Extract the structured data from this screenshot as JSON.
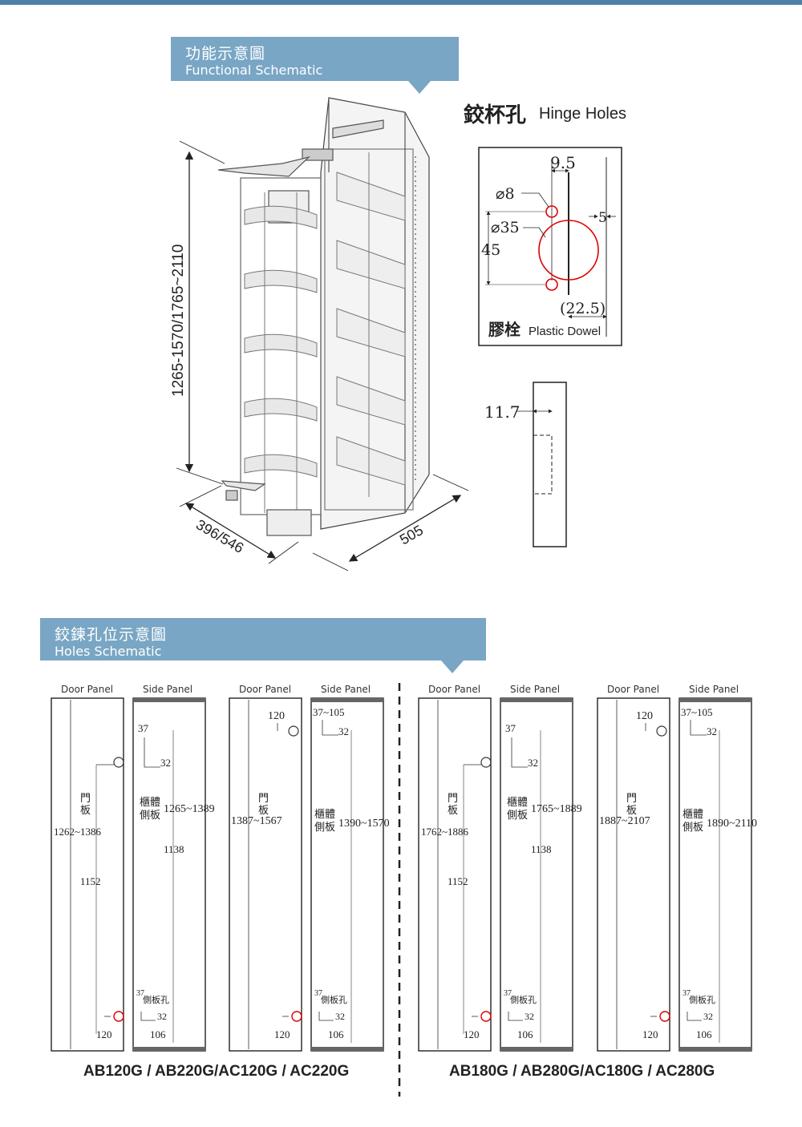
{
  "section1": {
    "title_zh": "功能示意圖",
    "title_en": "Functional Schematic"
  },
  "hinge": {
    "title_zh": "鉸杯孔",
    "title_en": "Hinge Holes",
    "dim_top": "9.5",
    "dia_small": "⌀8",
    "dia_big": "⌀35",
    "dim_height": "45",
    "dim_right": "5",
    "dim_bottom": "(22.5)",
    "dowel_zh": "膠栓",
    "dowel_en": "Plastic Dowel",
    "dim_side": "11.7"
  },
  "cabinet": {
    "height_dim": "1265-1570/1765~2110",
    "width_dim": "396/546",
    "depth_dim": "505"
  },
  "section2": {
    "title_zh": "鉸鍊孔位示意圖",
    "title_en": "Holes Schematic"
  },
  "panels": {
    "door_panel": "Door Panel",
    "side_panel": "Side Panel",
    "door_zh": "門板",
    "cabinet_side_zh": "櫃體側板",
    "side_hole_zh": "側板孔",
    "groups": [
      {
        "door_range": "1262~1386",
        "door_len": "1152",
        "side_range": "1265~1389",
        "side_len": "1138",
        "d37": "37",
        "d32": "32",
        "d120": "120",
        "d106": "106"
      },
      {
        "door_range": "1387~1567",
        "door_top": "120",
        "side_range": "1390~1570",
        "side_top": "37~105",
        "d32": "32",
        "d37": "37",
        "d120": "120",
        "d106": "106"
      },
      {
        "door_range": "1762~1886",
        "door_len": "1152",
        "side_range": "1765~1889",
        "side_len": "1138",
        "d37": "37",
        "d32": "32",
        "d120": "120",
        "d106": "106"
      },
      {
        "door_range": "1887~2107",
        "door_top": "120",
        "side_range": "1890~2110",
        "side_top": "37~105",
        "d32": "32",
        "d37": "37",
        "d120": "120",
        "d106": "106"
      }
    ]
  },
  "models": {
    "left": "AB120G / AB220G/AC120G / AC220G",
    "right": "AB180G / AB280G/AC180G / AC280G"
  }
}
